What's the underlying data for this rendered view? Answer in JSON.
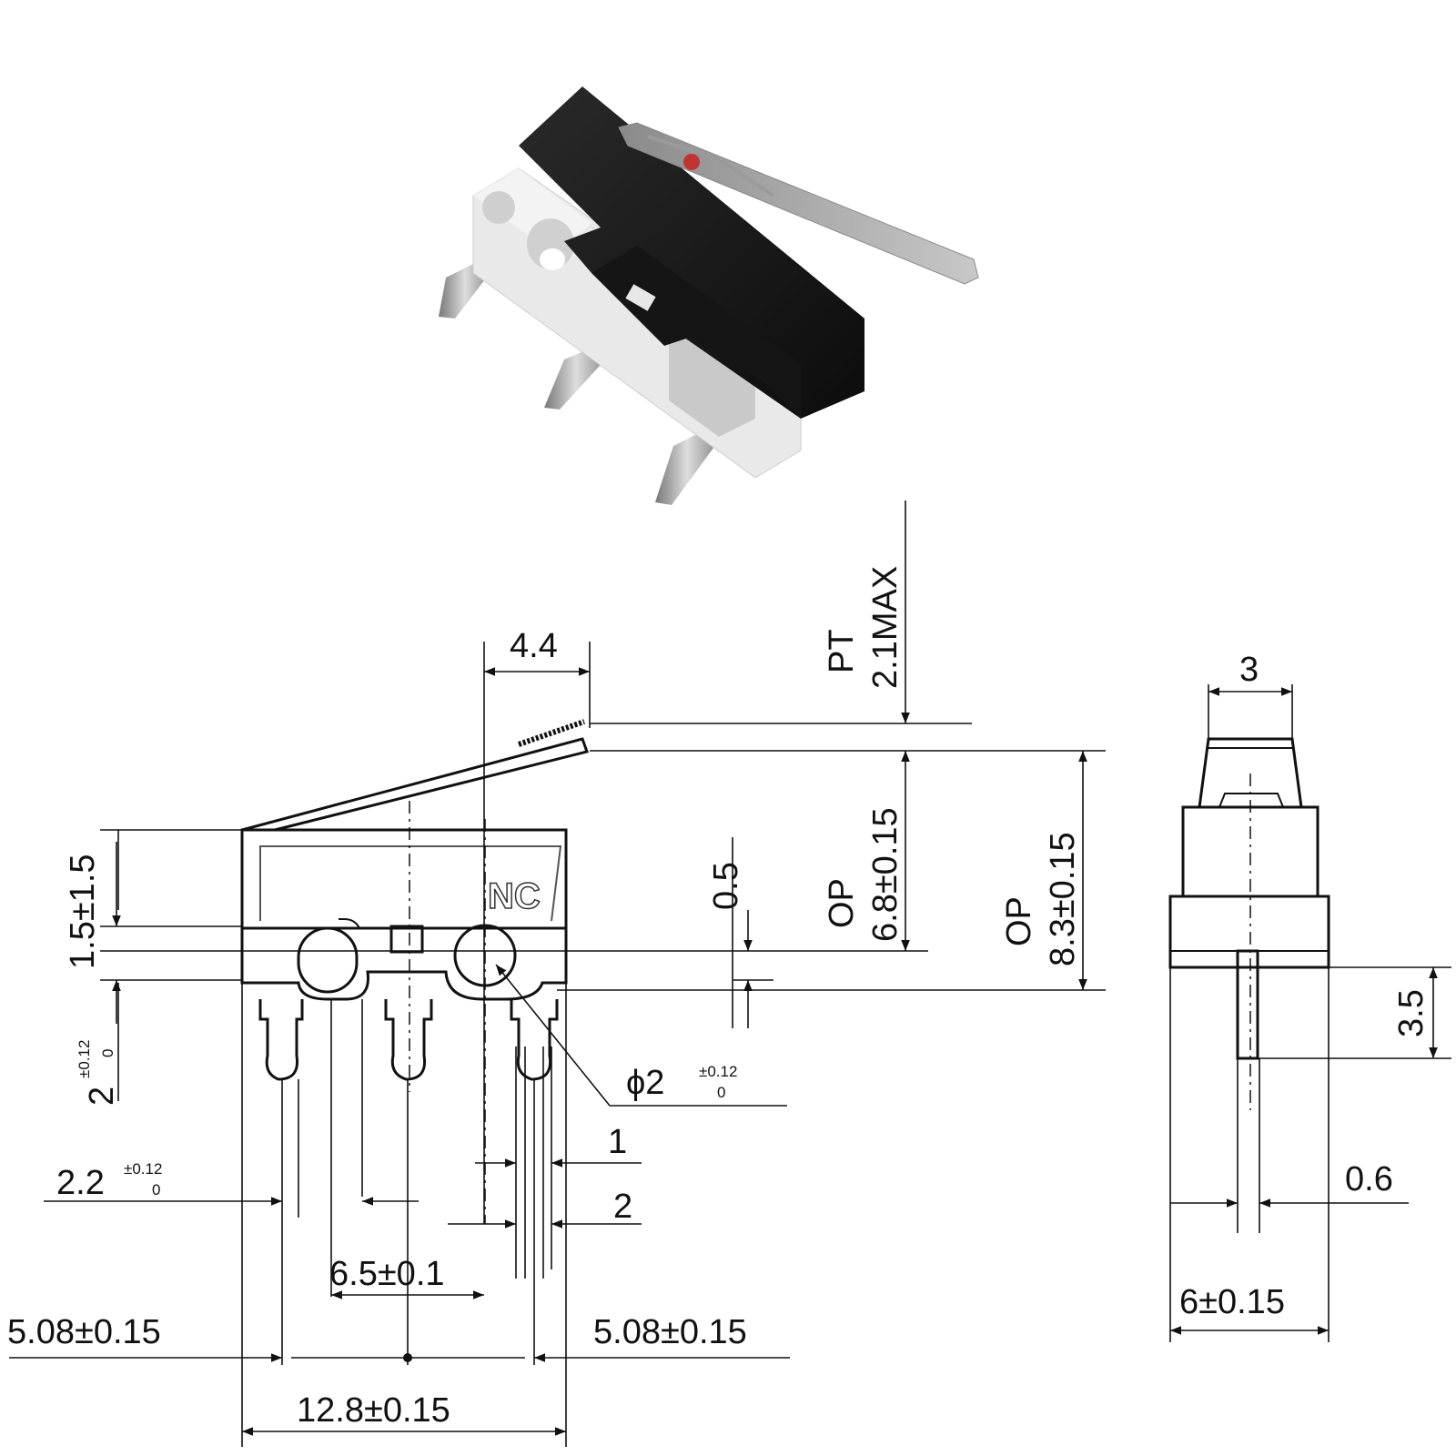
{
  "photo": {
    "label": "micro switch photo"
  },
  "dims": {
    "d_4_4": "4.4",
    "pt_label": "PT",
    "pt_value": "2.1MAX",
    "op1_label": "OP",
    "op1_value": "6.8±0.15",
    "op2_label": "OP",
    "op2_value": "8.3±0.15",
    "d_0_5": "0.5",
    "d_1_5": "1.5±1.5",
    "d_2_main": "2",
    "d_2_tol_top": "±0.12",
    "d_2_tol_bot": "0",
    "phi_main": "ϕ2",
    "phi_tol_top": "±0.12",
    "phi_tol_bot": "0",
    "d_1": "1",
    "d_2": "2",
    "d_2_2_main": "2.2",
    "d_2_2_tol_top": "±0.12",
    "d_2_2_tol_bot": "0",
    "d_6_5": "6.5±0.1",
    "d_5_08_left": "5.08±0.15",
    "d_5_08_right": "5.08±0.15",
    "d_12_8": "12.8±0.15",
    "nc_marking": "NC"
  },
  "side": {
    "d_3": "3",
    "d_3_5": "3.5",
    "d_0_6": "0.6",
    "d_6": "6±0.15"
  }
}
